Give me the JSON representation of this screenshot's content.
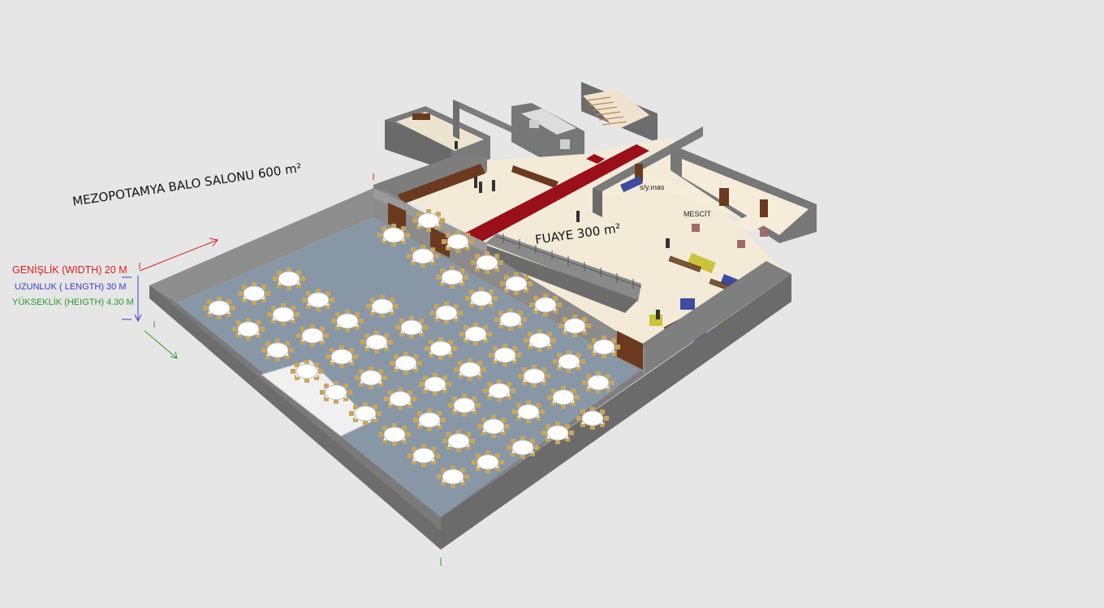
{
  "labels": {
    "main_hall": "MEZOPOTAMYA BALO SALONU 600 m²",
    "foyer": "FUAYE 300 m²",
    "width": "GENİŞLİK (WIDTH) 20 M",
    "length": "UZUNLUK ( LENGTH) 30 M",
    "height": "YÜKSEKLİK (HEIGTH) 4.30 M",
    "prayer_room": "MESCİT",
    "side_room": "s/y.ınas"
  },
  "colors": {
    "background": "#e6e6e6",
    "wall_top": "#8a8a8a",
    "wall_side": "#6e6e6e",
    "hall_floor": "#8797a6",
    "foyer_floor": "#f3ead8",
    "carpet": "#9b0f1a",
    "width_color": "#e01b1b",
    "length_color": "#3b3bc8",
    "height_color": "#2a9a2a"
  }
}
